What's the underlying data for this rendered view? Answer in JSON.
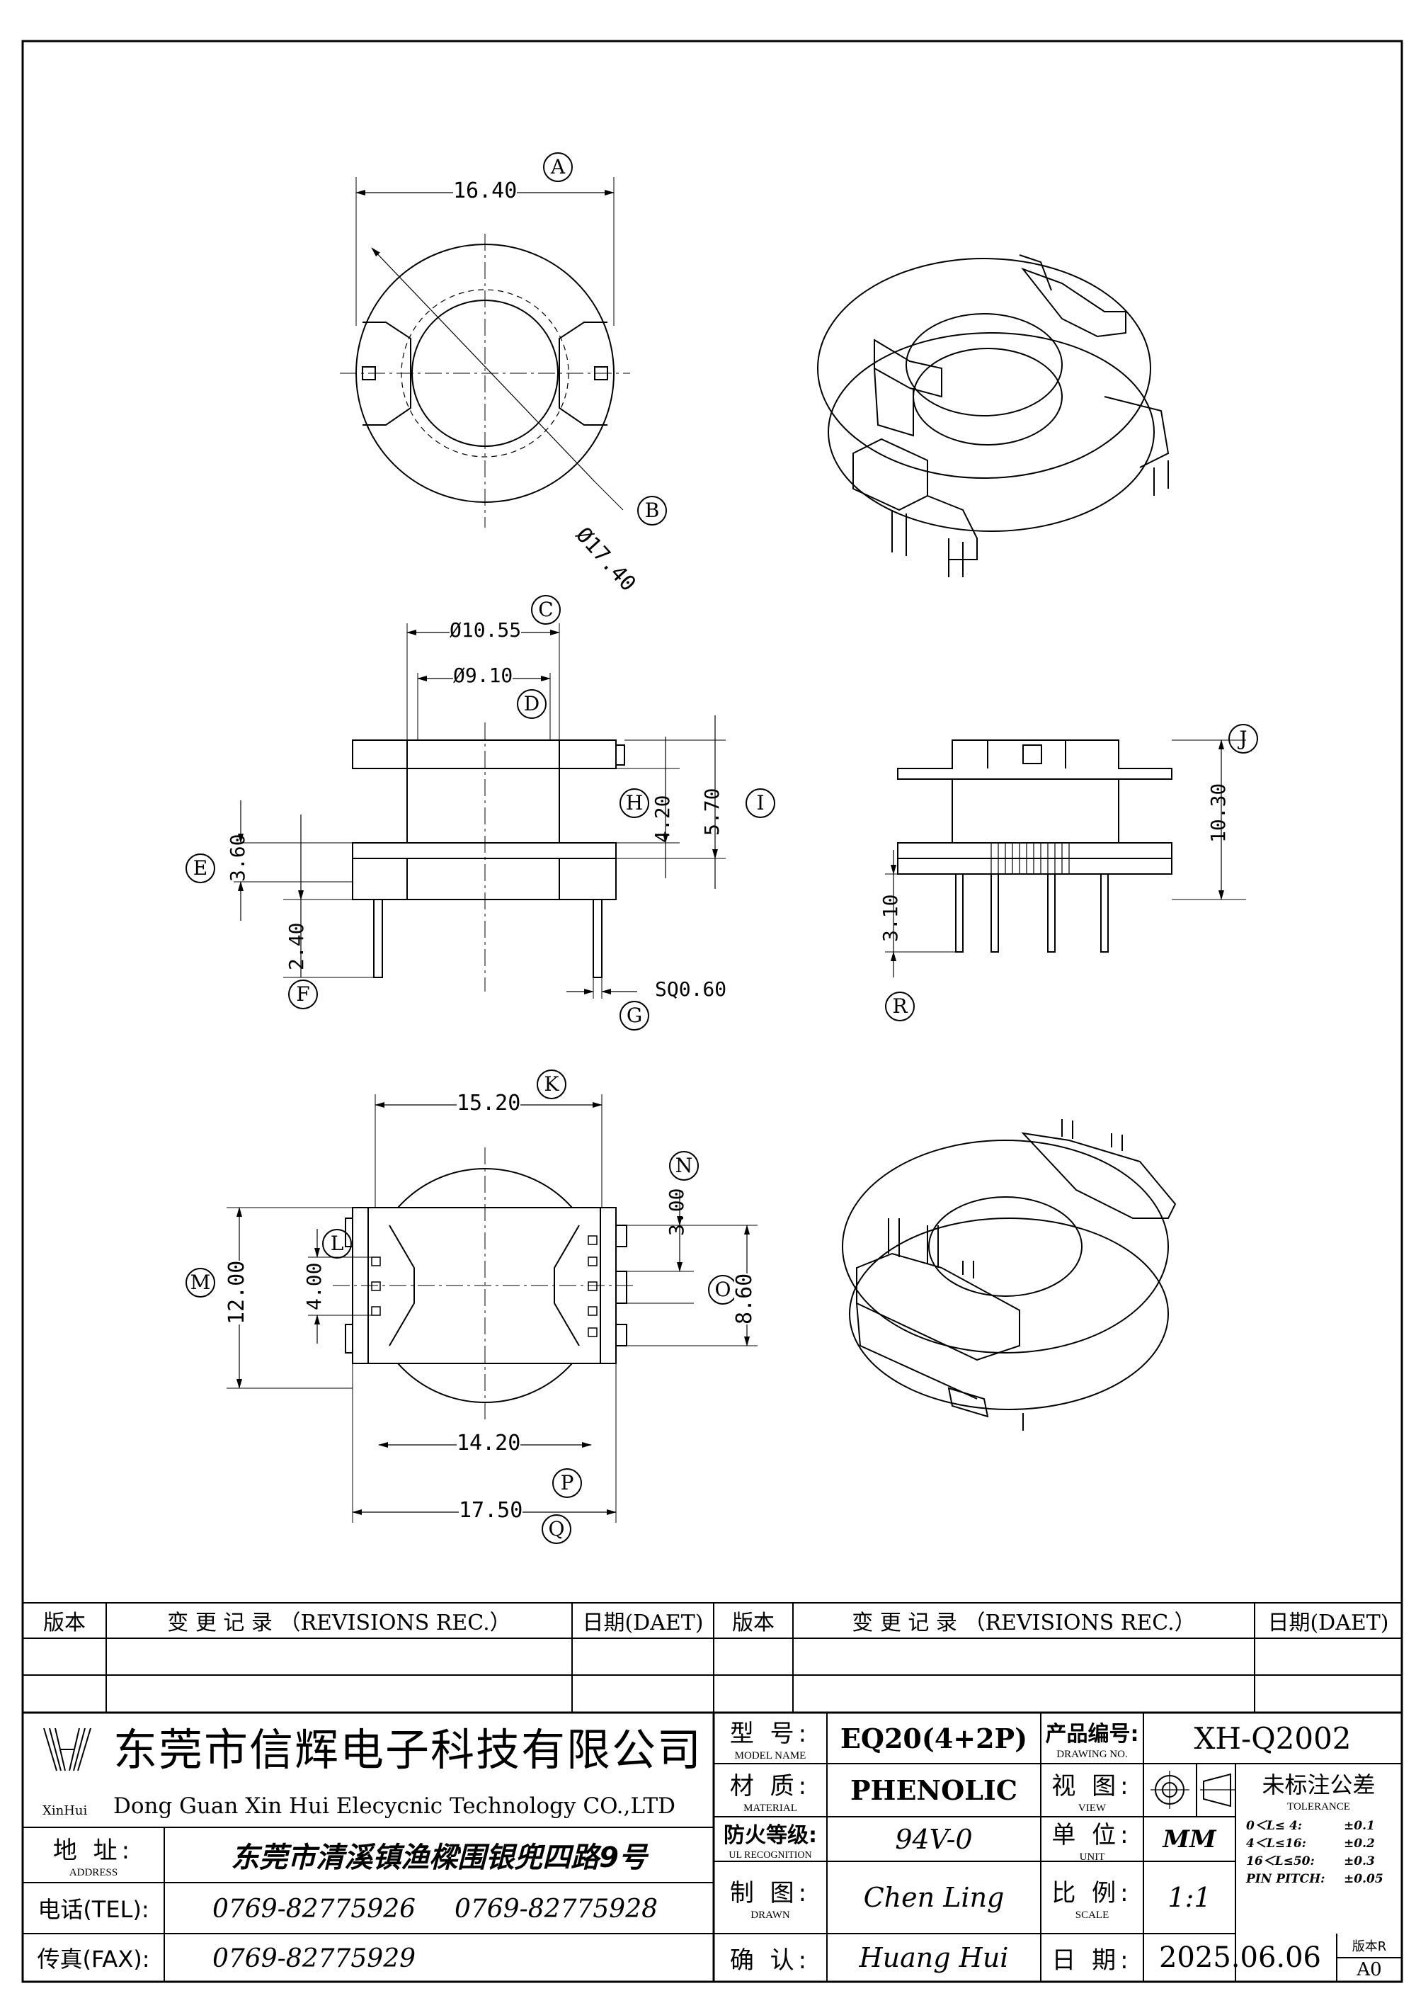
{
  "drawing": {
    "callouts": {
      "A": "A",
      "B": "B",
      "C": "C",
      "D": "D",
      "E": "E",
      "F": "F",
      "G": "G",
      "H": "H",
      "I": "I",
      "J": "J",
      "K": "K",
      "L": "L",
      "M": "M",
      "N": "N",
      "O": "O",
      "P": "P",
      "Q": "Q",
      "R": "R"
    },
    "dims": {
      "A": "16.40",
      "B": "Ø17.40",
      "C": "Ø10.55",
      "D": "Ø9.10",
      "E": "3.60",
      "F": "2.40",
      "G": "SQ0.60",
      "H": "4.20",
      "I": "5.70",
      "J": "10.30",
      "R": "3.10",
      "K": "15.20",
      "L": "4.00",
      "M": "12.00",
      "N": "3.00",
      "O": "8.60",
      "P": "14.20",
      "Q": "17.50"
    }
  },
  "revisions": {
    "col_version": "版本",
    "col_record": "变 更 记 录  （REVISIONS REC.）",
    "col_date": "日期(DAET)"
  },
  "title_block": {
    "company_cn": "东莞市信辉电子科技有限公司",
    "company_en": "Dong Guan Xin Hui Elecycnic Technology CO.,LTD",
    "logo_text": "XinHui",
    "address_label": "地  址:",
    "address_label_en": "ADDRESS",
    "address_value": "东莞市清溪镇渔樑围银兜四路9号",
    "tel_label": "电话(TEL):",
    "tel_1": "0769-82775926",
    "tel_2": "0769-82775928",
    "fax_label": "传真(FAX):",
    "fax_value": "0769-82775929",
    "model_label": "型  号:",
    "model_label_en": "MODEL NAME",
    "model_value": "EQ20(4+2P)",
    "material_label": "材  质:",
    "material_label_en": "MATERIAL",
    "material_value": "PHENOLIC",
    "ul_label": "防火等级:",
    "ul_label_en": "UL RECOGNITION",
    "ul_value": "94V-0",
    "drawn_label": "制  图:",
    "drawn_label_en": "DRAWN",
    "drawn_value": "Chen Ling",
    "checked_label": "确  认:",
    "checked_value": "Huang Hui",
    "drawing_no_label": "产品编号:",
    "drawing_no_label_en": "DRAWING NO.",
    "drawing_no_value": "XH-Q2002",
    "view_label": "视  图:",
    "view_label_en": "VIEW",
    "unit_label": "单  位:",
    "unit_label_en": "UNIT",
    "unit_value": "MM",
    "scale_label": "比  例:",
    "scale_label_en": "SCALE",
    "scale_value": "1:1",
    "date_label": "日  期:",
    "date_value": "2025.06.06",
    "tolerance_label": "未标注公差",
    "tolerance_label_en": "TOLERANCE",
    "tolerance_rows": [
      {
        "range": "0＜L≤ 4:",
        "value": "±0.1"
      },
      {
        "range": "4＜L≤16:",
        "value": "±0.2"
      },
      {
        "range": "16＜L≤50:",
        "value": "±0.3"
      },
      {
        "range": "PIN PITCH:",
        "value": "±0.05"
      }
    ],
    "version_label": "版本R",
    "version_value": "A0"
  }
}
